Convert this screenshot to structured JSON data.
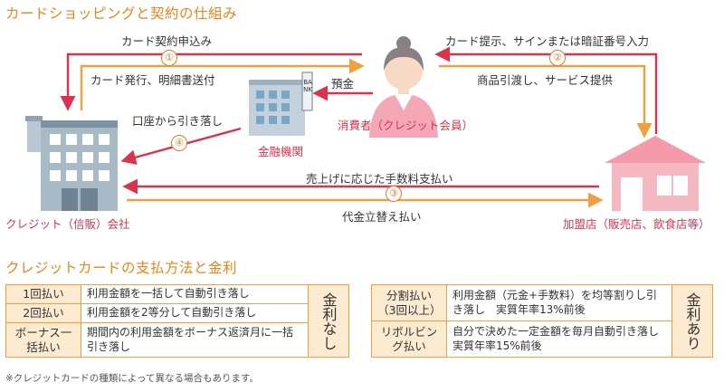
{
  "titles": {
    "flow": "カードショッピングと契約の仕組み",
    "payment": "クレジットカードの支払方法と金利"
  },
  "entities": {
    "company": "クレジット（信販）会社",
    "bank": "金融機関",
    "bank_sign": "BANK",
    "consumer": "消費者（クレジット会員）",
    "store": "加盟店（販売店、飲食店等）"
  },
  "flows": [
    {
      "num": "①",
      "top": "カード契約申込み",
      "bottom": "カード発行、明細書送付"
    },
    {
      "num": "②",
      "top": "カード提示、サインまたは暗証番号入力",
      "bottom": "商品引渡し、サービス提供"
    },
    {
      "num": "③",
      "top": "売上げに応じた手数料支払い",
      "bottom": "代金立替え払い"
    },
    {
      "num": "④",
      "top": "口座から引き落し",
      "bottom": ""
    }
  ],
  "deposit_label": "預金",
  "colors": {
    "flow_orange": "#f0a040",
    "flow_red": "#d9334d",
    "header_fill": "#fcebd0",
    "title": "#e8851c"
  },
  "no_interest": {
    "side": "金利なし",
    "rows": [
      {
        "name": "1回払い",
        "desc": "利用金額を一括して自動引き落し"
      },
      {
        "name": "2回払い",
        "desc": "利用金額を2等分して自動引き落し"
      },
      {
        "name": "ボーナス一括払い",
        "desc": "期間内の利用金額をボーナス返済月に一括引き落し"
      }
    ]
  },
  "with_interest": {
    "side": "金利あり",
    "rows": [
      {
        "name": "分割払い（3回以上）",
        "desc": "利用金額（元金+手数料）を均等割りし引き落し　実質年率13%前後"
      },
      {
        "name": "リボルビング払い",
        "desc": "自分で決めた一定金額を毎月自動引き落し　実質年率15%前後"
      }
    ]
  },
  "note": "※クレジットカードの種類によって異なる場合もあります。"
}
